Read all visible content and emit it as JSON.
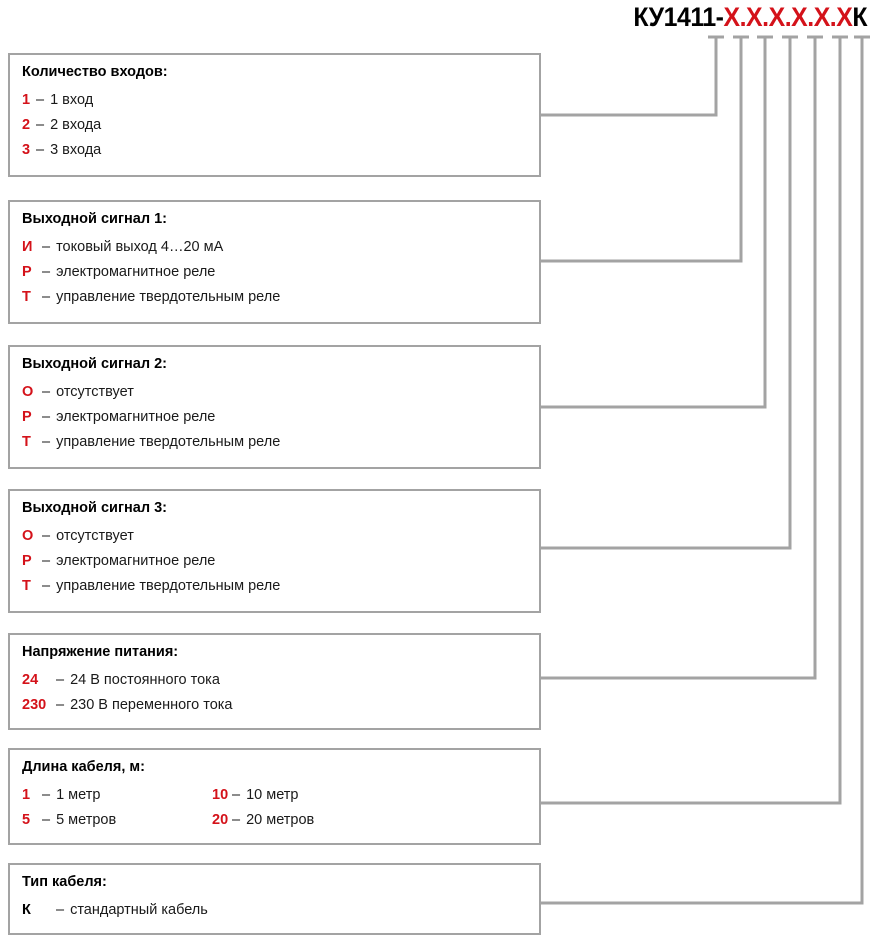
{
  "title": {
    "prefix": "КУ1411-",
    "variable": "Х.Х.Х.Х.Х.Х",
    "suffix": "К",
    "full": "КУ1411-Х.Х.Х.Х.Х.ХК"
  },
  "colors": {
    "accent_red": "#d4121a",
    "text_black": "#1a1a1a",
    "border_gray": "#a3a3a3",
    "connector_gray": "#a3a3a3",
    "background": "#ffffff"
  },
  "dash": "–",
  "boxes": [
    {
      "id": "number-of-inputs",
      "title": "Количество входов:",
      "layout": "single",
      "code_width": "cw-1",
      "rows": [
        {
          "code": "1",
          "desc": "1 вход",
          "code_black": false
        },
        {
          "code": "2",
          "desc": "2 входа",
          "code_black": false
        },
        {
          "code": "3",
          "desc": "3 входа",
          "code_black": false
        }
      ]
    },
    {
      "id": "output-signal-1",
      "title": "Выходной сигнал 1:",
      "layout": "single",
      "code_width": "cw-2",
      "rows": [
        {
          "code": "И",
          "desc": "токовый выход 4…20 мА",
          "code_black": false
        },
        {
          "code": "Р",
          "desc": "электромагнитное реле",
          "code_black": false
        },
        {
          "code": "Т",
          "desc": "управление твердотельным реле",
          "code_black": false
        }
      ]
    },
    {
      "id": "output-signal-2",
      "title": "Выходной сигнал 2:",
      "layout": "single",
      "code_width": "cw-2",
      "rows": [
        {
          "code": "О",
          "desc": "отсутствует",
          "code_black": false
        },
        {
          "code": "Р",
          "desc": "электромагнитное реле",
          "code_black": false
        },
        {
          "code": "Т",
          "desc": "управление твердотельным реле",
          "code_black": false
        }
      ]
    },
    {
      "id": "output-signal-3",
      "title": "Выходной сигнал 3:",
      "layout": "single",
      "code_width": "cw-2",
      "rows": [
        {
          "code": "О",
          "desc": "отсутствует",
          "code_black": false
        },
        {
          "code": "Р",
          "desc": "электромагнитное реле",
          "code_black": false
        },
        {
          "code": "Т",
          "desc": "управление твердотельным реле",
          "code_black": false
        }
      ]
    },
    {
      "id": "supply-voltage",
      "title": "Напряжение питания:",
      "layout": "single",
      "code_width": "cw-3",
      "rows": [
        {
          "code": "24",
          "desc": "24 В постоянного тока",
          "code_black": false
        },
        {
          "code": "230",
          "desc": "230 В переменного тока",
          "code_black": false
        }
      ]
    },
    {
      "id": "cable-length",
      "title": "Длина кабеля, м:",
      "layout": "grid",
      "code_width": "cw-2",
      "rows": [
        {
          "code": "1",
          "desc": "1 метр",
          "code_black": false
        },
        {
          "code": "10",
          "desc": "10 метр",
          "code_black": false
        },
        {
          "code": "5",
          "desc": "5 метров",
          "code_black": false
        },
        {
          "code": "20",
          "desc": "20 метров",
          "code_black": false
        }
      ]
    },
    {
      "id": "cable-type",
      "title": "Тип кабеля:",
      "layout": "single",
      "code_width": "cw-3",
      "rows": [
        {
          "code": "К",
          "desc": "стандартный кабель",
          "code_black": true
        }
      ]
    }
  ]
}
